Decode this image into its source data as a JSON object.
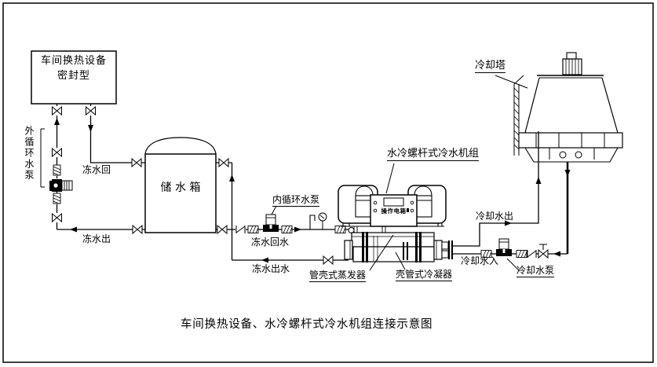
{
  "colors": {
    "line": "#000000",
    "background": "#ffffff"
  },
  "diagram": {
    "title": "车间换热设备、水冷螺杆式冷水机组连接示意图",
    "equipment_box": {
      "line1": "车间换热设备",
      "line2": "密封型"
    },
    "labels": {
      "external_pump": "外循环水泵",
      "chilled_water_return_short": "冻水回",
      "chilled_water_out_short": "冻水出",
      "storage_tank": "储 水 箱",
      "internal_pump": "内循环水泵",
      "chilled_water_return": "冻水回水",
      "chilled_water_out": "冻水出水",
      "chiller_unit": "水冷螺杆式冷水机组",
      "control_box": "操作电箱",
      "evaporator": "管壳式蒸发器",
      "condenser": "壳管式冷凝器",
      "cooling_tower": "冷却塔",
      "cooling_water_out": "冷却水出",
      "cooling_water_in": "冷却水入",
      "cooling_pump": "冷却水泵"
    }
  }
}
